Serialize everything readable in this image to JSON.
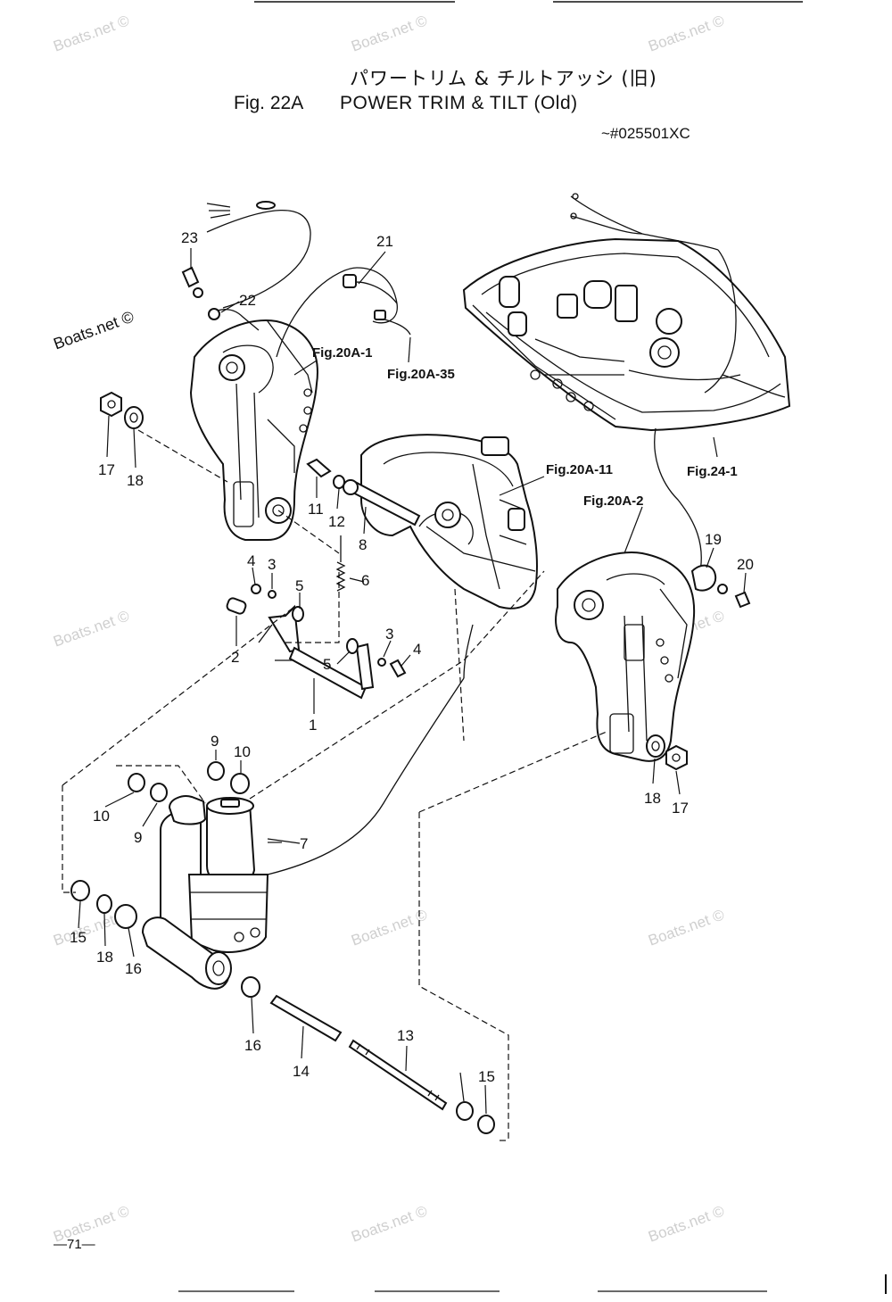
{
  "header": {
    "title_jp": "パワートリム & チルトアッシ (旧)",
    "fig_number": "Fig. 22A",
    "title": "POWER TRIM & TILT (Old)",
    "serial_range": "~#025501XC"
  },
  "footer": {
    "page_number": "—71—"
  },
  "watermarks": [
    "Boats.net ©",
    "Boats.net ©",
    "Boats.net ©",
    "Boats.net ©",
    "Boats.net ©",
    "Boats.net ©",
    "Boats.net ©",
    "Boats.net ©",
    "Boats.net ©",
    "Boats.net ©",
    "Boats.net ©",
    "Boats.net ©"
  ],
  "figure_refs": [
    "Fig.20A-1",
    "Fig.20A-35",
    "Fig.20A-11",
    "Fig.24-1",
    "Fig.20A-2"
  ],
  "callouts": [
    "1",
    "2",
    "3",
    "3",
    "4",
    "4",
    "5",
    "5",
    "6",
    "7",
    "8",
    "9",
    "9",
    "10",
    "10",
    "11",
    "12",
    "13",
    "14",
    "15",
    "15",
    "16",
    "16",
    "17",
    "17",
    "18",
    "18",
    "18",
    "19",
    "20",
    "21",
    "22",
    "23"
  ]
}
